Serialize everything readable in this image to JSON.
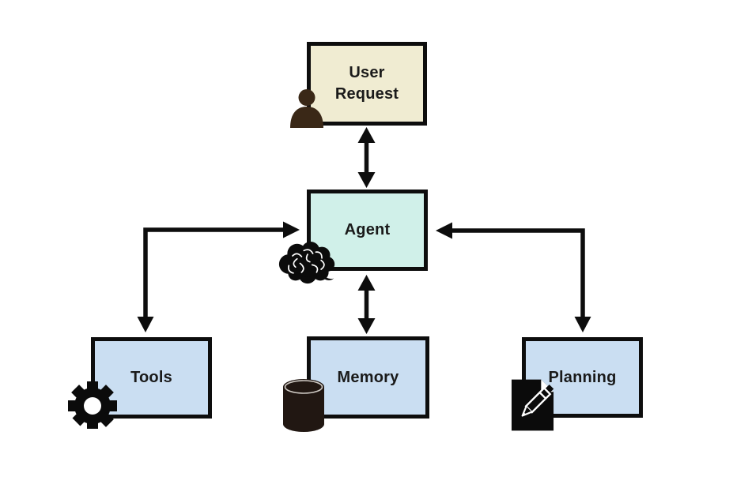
{
  "diagram": {
    "nodes": {
      "user_request": {
        "label": "User Request",
        "icon": "person-icon"
      },
      "agent": {
        "label": "Agent",
        "icon": "brain-icon"
      },
      "tools": {
        "label": "Tools",
        "icon": "gear-icon"
      },
      "memory": {
        "label": "Memory",
        "icon": "database-icon"
      },
      "planning": {
        "label": "Planning",
        "icon": "document-pencil-icon"
      }
    },
    "edges": [
      {
        "from": "user_request",
        "to": "agent",
        "direction": "bidirectional",
        "shape": "straight"
      },
      {
        "from": "agent",
        "to": "memory",
        "direction": "bidirectional",
        "shape": "straight"
      },
      {
        "from": "agent",
        "to": "tools",
        "direction": "bidirectional",
        "shape": "elbow"
      },
      {
        "from": "agent",
        "to": "planning",
        "direction": "bidirectional",
        "shape": "elbow"
      }
    ]
  },
  "colors": {
    "canvas_bg": "#ffffff",
    "border": "#0d0d0d",
    "arrow": "#0d0d0d",
    "text": "#1a1a1a",
    "user_request_fill": "#f0ecd2",
    "agent_fill": "#d0f0e9",
    "tools_fill": "#cadef2",
    "memory_fill": "#cadef2",
    "planning_fill": "#cadef2",
    "person_icon": "#3a2817",
    "database_icon": "#211712",
    "icon_black": "#0b0b0b"
  }
}
